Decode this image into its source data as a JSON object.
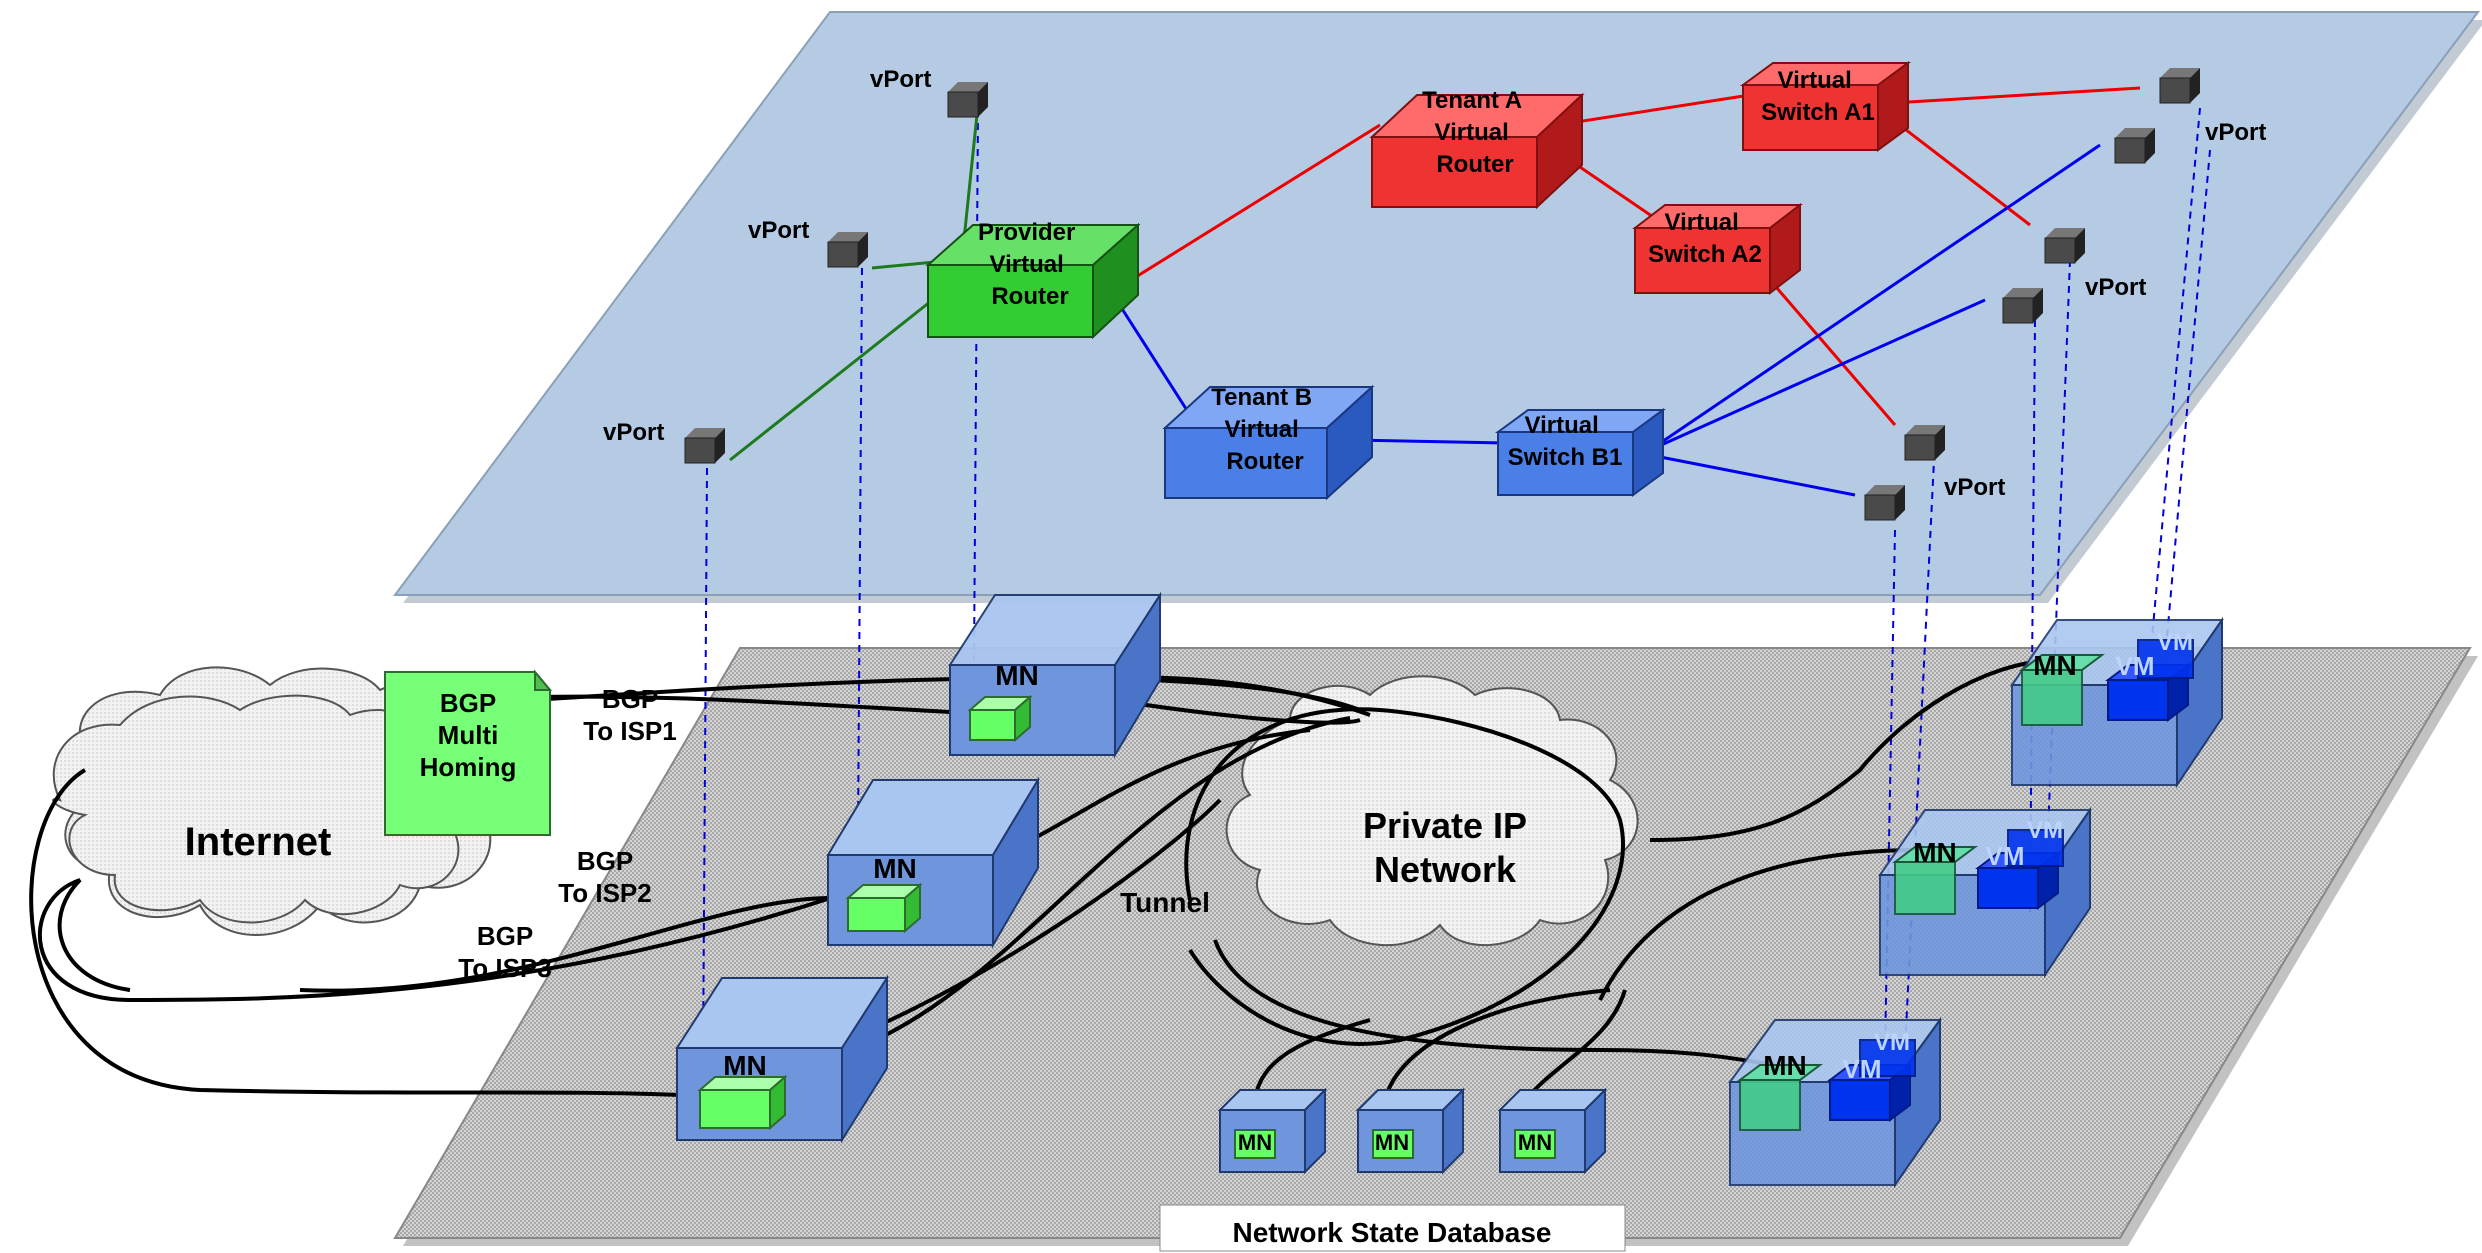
{
  "labels": {
    "vport": "vPort",
    "provider_router": [
      "Provider",
      "Virtual",
      "Router"
    ],
    "tenant_a_router": [
      "Tenant A",
      "Virtual",
      "Router"
    ],
    "tenant_b_router": [
      "Tenant B",
      "Virtual",
      "Router"
    ],
    "switch_a1": [
      "Virtual",
      "Switch A1"
    ],
    "switch_a2": [
      "Virtual",
      "Switch A2"
    ],
    "switch_b1": [
      "Virtual",
      "Switch B1"
    ],
    "bgp_note": [
      "BGP",
      "Multi",
      "Homing"
    ],
    "bgp_isp1": [
      "BGP",
      "To ISP1"
    ],
    "bgp_isp2": [
      "BGP",
      "To ISP2"
    ],
    "bgp_isp3": [
      "BGP",
      "To ISP3"
    ],
    "internet": "Internet",
    "private_net": [
      "Private IP",
      "Network"
    ],
    "tunnel": "Tunnel",
    "mn": "MN",
    "vm": "VM",
    "nsdb": "Network State Database"
  },
  "colors": {
    "virtual_plane": "#b5cbe3",
    "physical_plane": "#c9c9c9",
    "provider": "#33cc33",
    "tenant_a": "#ee3333",
    "tenant_b": "#4a7fe8",
    "host_box": "#6f96dd",
    "mn_block": "#66ff66",
    "vm_block": "#0033ee",
    "note": "#77ff77",
    "vport": "#444444"
  }
}
